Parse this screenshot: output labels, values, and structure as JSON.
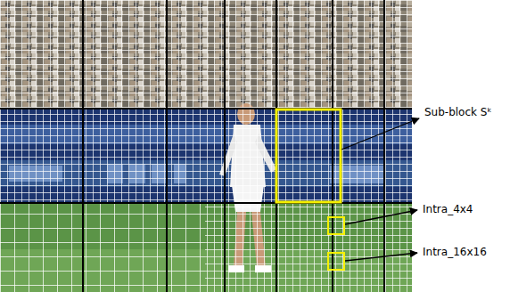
{
  "diagram": {
    "labels": [
      "Sub-block Sᵏ",
      "Intra_4x4",
      "Intra_16x16"
    ]
  }
}
